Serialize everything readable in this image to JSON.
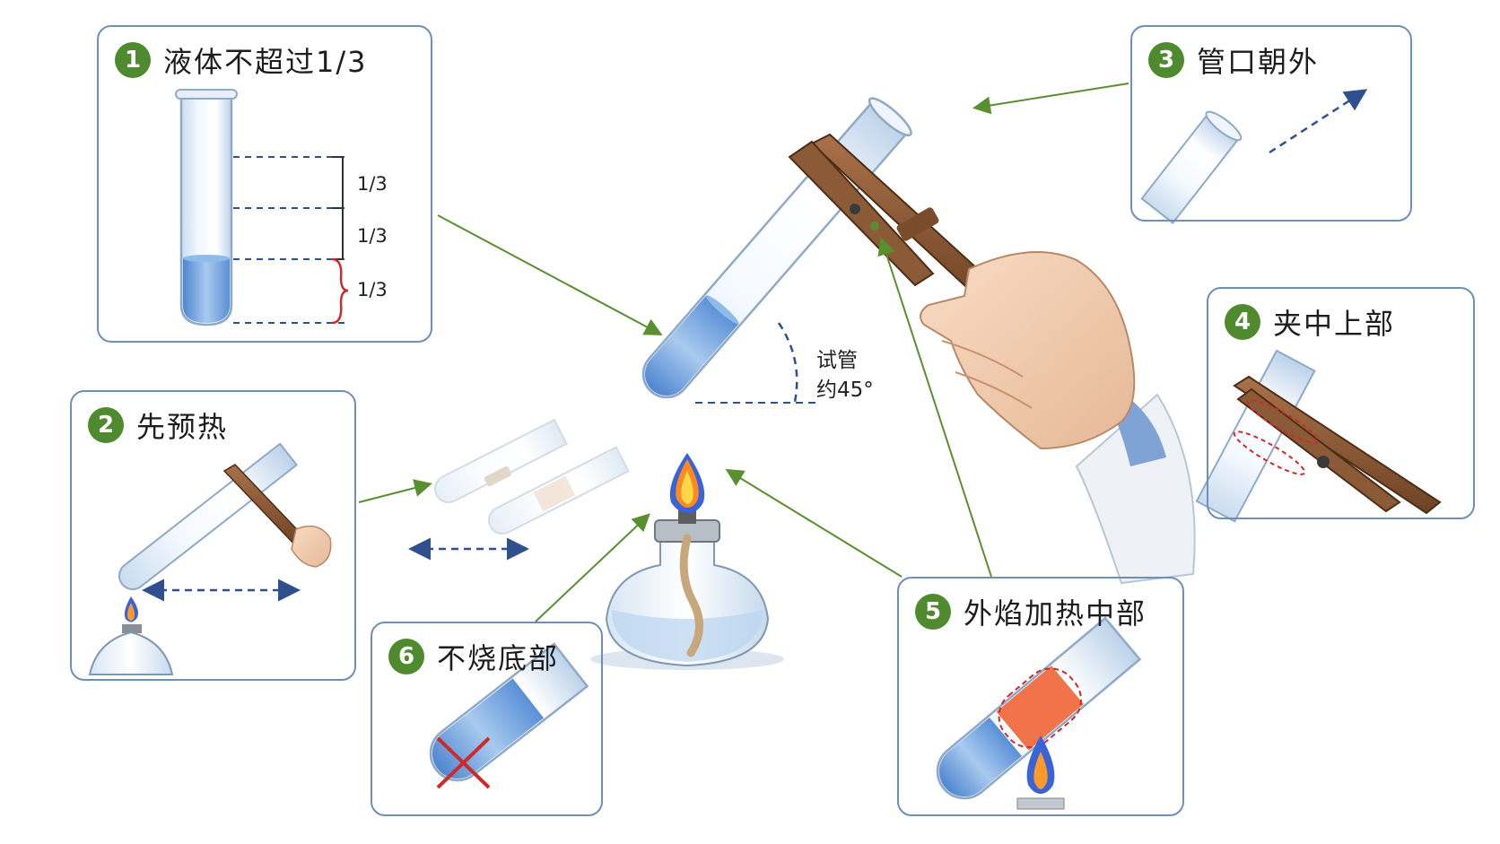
{
  "steps": [
    {
      "number": "1",
      "title": "液体不超过1/3"
    },
    {
      "number": "2",
      "title": "先预热"
    },
    {
      "number": "3",
      "title": "管口朝外"
    },
    {
      "number": "4",
      "title": "夹中上部"
    },
    {
      "number": "5",
      "title": "外焰加热中部"
    },
    {
      "number": "6",
      "title": "不烧底部"
    }
  ],
  "fractions": [
    "1/3",
    "1/3",
    "1/3"
  ],
  "angle_label": {
    "line1": "试管",
    "line2": "约45°"
  },
  "colors": {
    "badge": "#4f8a2e",
    "panel_border": "#6f8fb8",
    "liquid": "#6ea3e0",
    "clamp": "#8b5a36",
    "connector": "#5a8f2f",
    "dashed_guide": "#2f4f8f",
    "fraction_brace": "#cc2b2b"
  }
}
